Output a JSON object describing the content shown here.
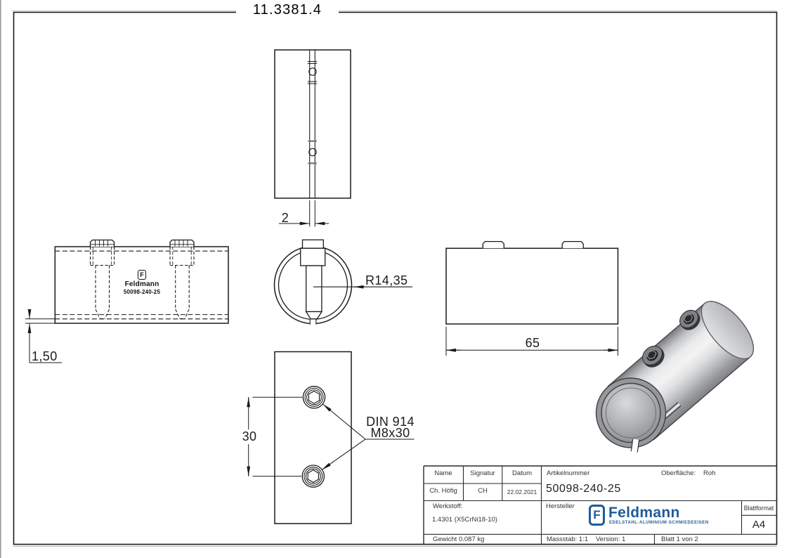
{
  "sheet": {
    "title": "11.3381.4"
  },
  "views": {
    "top": {
      "dim_slot_width": "2"
    },
    "section": {
      "dim_radius": "R14,35"
    },
    "front": {
      "dim_wall": "1,50",
      "marking": {
        "logo_mark": "F",
        "logo_name": "Feldmann",
        "part_number": "50098-240-25"
      }
    },
    "side": {
      "dim_length": "65"
    },
    "bottom": {
      "dim_spacing": "30",
      "screw_note_line1": "DIN 914",
      "screw_note_line2": "M8x30"
    }
  },
  "title_block": {
    "col_name": "Name",
    "col_signatur": "Signatur",
    "col_datum": "Datum",
    "val_name": "Ch. Höfig",
    "val_signatur": "CH",
    "val_datum": "22.02.2021",
    "artikelnummer_label": "Artikelnummer",
    "artikelnummer_value": "50098-240-25",
    "oberflaeche_label": "Oberfläche:",
    "oberflaeche_value": "Roh",
    "werkstoff_label": "Werkstoff:",
    "werkstoff_value": "1.4301 (X5CrNi18-10)",
    "hersteller_label": "Hersteller",
    "gewicht": "Gewicht 0.087 kg",
    "massstab": "Massstab: 1:1",
    "version": "Version: 1",
    "blatt": "Blatt 1 von 2",
    "blattformat_label": "Blattformat",
    "blattformat_value": "A4",
    "logo": {
      "mark": "F",
      "name": "Feldmann",
      "tagline": "EDELSTAHL·ALUMINIUM·SCHMIEDEEISEN"
    }
  },
  "colors": {
    "line": "#1a1a1a",
    "brand_blue": "#1e5c99",
    "metal_light": "#f3f3f4",
    "metal_dark": "#77787c"
  }
}
